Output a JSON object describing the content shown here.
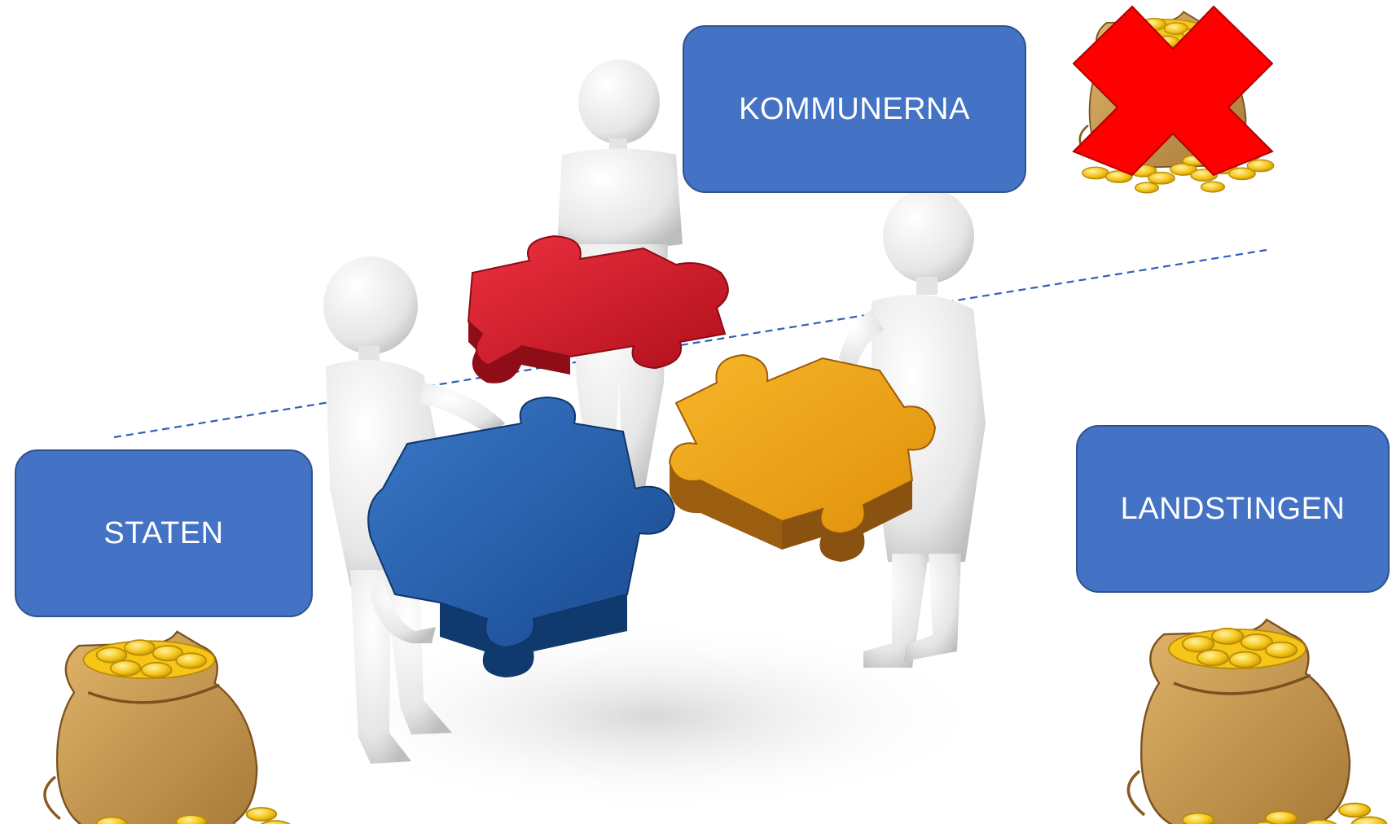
{
  "labels": {
    "kommunerna": "KOMMUNERNA",
    "staten": "STATEN",
    "landstingen": "LANDSTINGEN"
  },
  "colors": {
    "box_fill": "#4472c4",
    "box_border": "#2f528f",
    "divider_line": "#2f5fb8",
    "cross": "#ff0000",
    "piece_red": "#d4192a",
    "piece_blue": "#1f5aa8",
    "piece_orange": "#f0a010",
    "bag": "#c99a52",
    "coin": "#f5c518"
  },
  "icons": {
    "kommunerna_money": "money-bag-icon",
    "cross": "red-cross-icon",
    "staten_money": "money-bag-icon",
    "landstingen_money": "money-bag-icon"
  },
  "scene": {
    "figures": [
      "white-figure",
      "white-figure",
      "white-figure"
    ],
    "pieces": [
      "red-puzzle-piece",
      "blue-puzzle-piece",
      "orange-puzzle-piece"
    ]
  }
}
